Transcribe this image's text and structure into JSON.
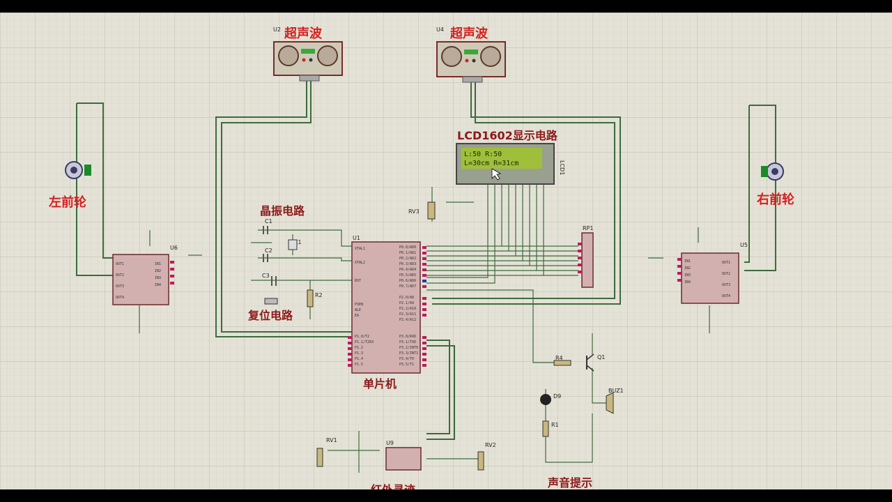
{
  "labels": {
    "ultrasonic_left": "超声波",
    "ultrasonic_right": "超声波",
    "lcd_title": "LCD1602显示电路",
    "wheel_left": "左前轮",
    "wheel_right": "右前轮",
    "crystal": "晶振电路",
    "reset": "复位电路",
    "mcu": "单片机",
    "infrared": "红外寻迹",
    "sound": "声音提示"
  },
  "refs": {
    "u2": "U2",
    "u4": "U4",
    "u1": "U1",
    "u5": "U5",
    "u6": "U6",
    "u9": "U9",
    "lcd1": "LCD1",
    "rp1": "RP1",
    "rv1": "RV1",
    "rv2": "RV2",
    "rv3": "RV3",
    "c1": "C1",
    "c2": "C2",
    "c3": "C3",
    "x1": "X1",
    "r1": "R1",
    "r2": "R2",
    "r4": "R4",
    "q1": "Q1",
    "d9": "D9",
    "buz1": "BUZ1"
  },
  "lcd": {
    "line1": "L:50    R:50",
    "line2": "L=30cm  R=31cm"
  },
  "colors": {
    "wire": "#3c6b3c",
    "chip": "#d2b0b0",
    "label": "#d42020",
    "lcd_bg": "#9fbf3a"
  }
}
